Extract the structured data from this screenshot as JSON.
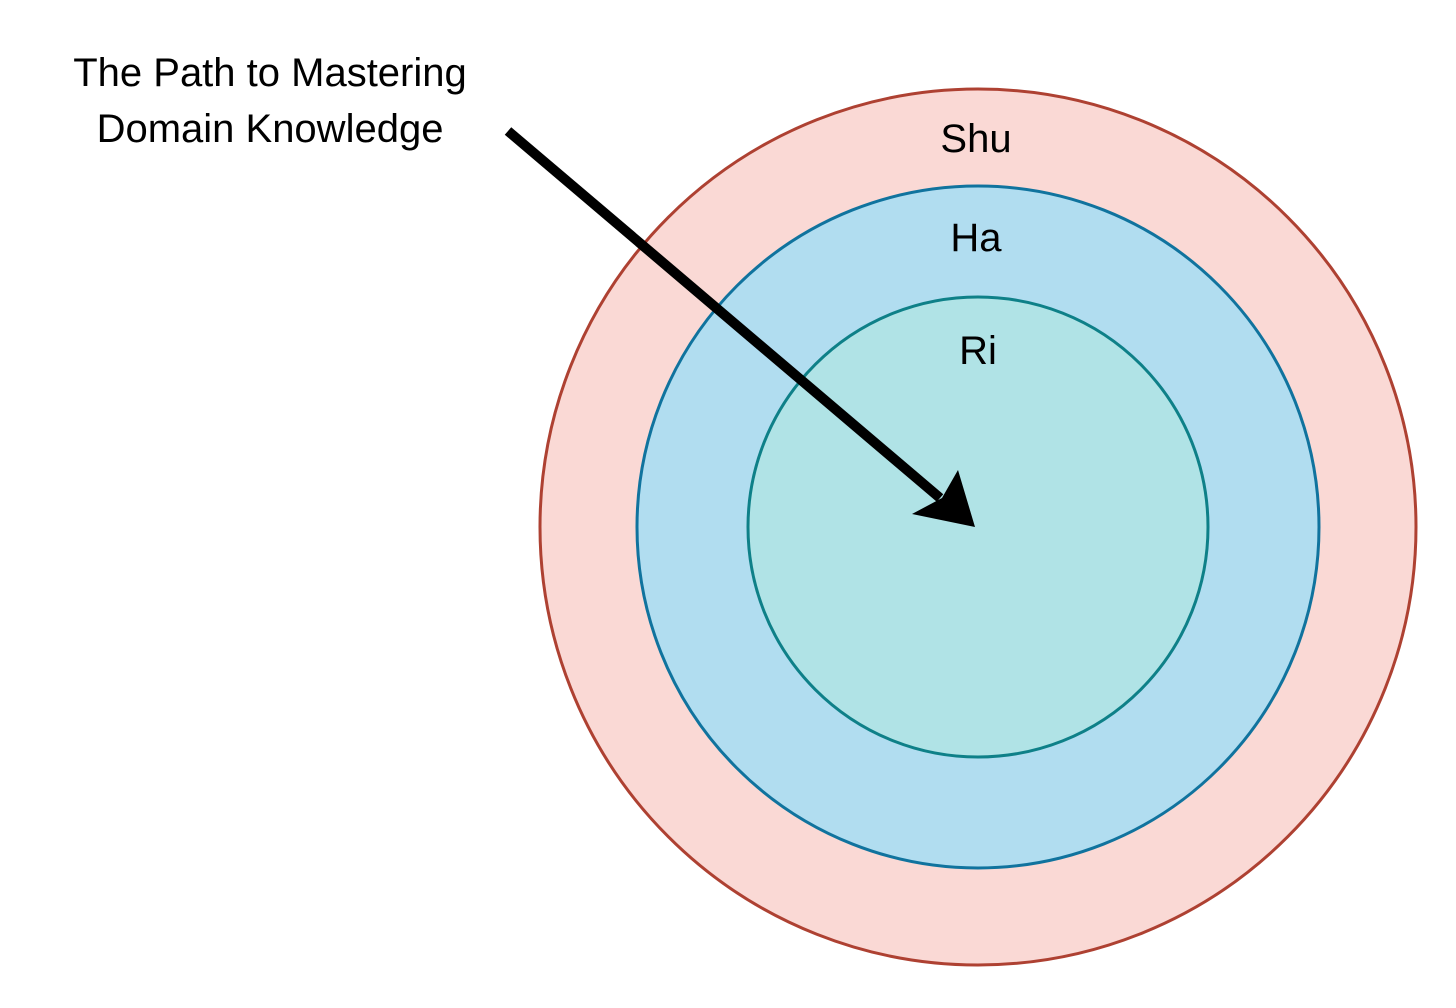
{
  "caption": {
    "line1": "The Path to Mastering",
    "line2": "Domain Knowledge"
  },
  "rings": [
    {
      "id": "outer",
      "label": "Shu",
      "fill": "#fad9d5",
      "stroke": "#ae4132"
    },
    {
      "id": "middle",
      "label": "Ha",
      "fill": "#b1ddf0",
      "stroke": "#10739e"
    },
    {
      "id": "inner",
      "label": "Ri",
      "fill": "#b0e3e6",
      "stroke": "#0e8088"
    }
  ],
  "arrow": {
    "color": "#000000"
  }
}
